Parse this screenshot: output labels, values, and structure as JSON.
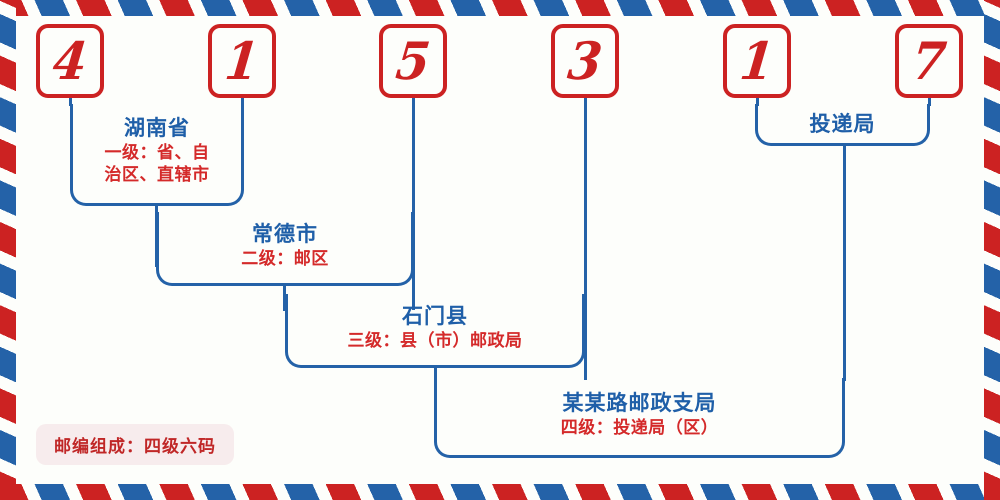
{
  "page": {
    "kind": "china-postal-code-breakdown-envelope",
    "background_color": "#fdfefb",
    "border_red": "#cc2222",
    "border_blue": "#2462a8",
    "title_blue": "#1f5fa8",
    "subtitle_red": "#d42a2a"
  },
  "postal_code": {
    "value": "415317",
    "digits": [
      {
        "char": "4",
        "name": "digit-1"
      },
      {
        "char": "1",
        "name": "digit-2"
      },
      {
        "char": "5",
        "name": "digit-3"
      },
      {
        "char": "3",
        "name": "digit-4"
      },
      {
        "char": "1",
        "name": "digit-5"
      },
      {
        "char": "7",
        "name": "digit-6"
      }
    ]
  },
  "top_label": {
    "text": "投递局"
  },
  "levels": [
    {
      "title": "湖南省",
      "subtitle": "一级：省、自\n治区、直辖市",
      "subtitle_line1": "一级：省、自",
      "subtitle_line2": "治区、直辖市"
    },
    {
      "title": "常德市",
      "subtitle": "二级：邮区"
    },
    {
      "title": "石门县",
      "subtitle": "三级：县（市）邮政局"
    },
    {
      "title": "某某路邮政支局",
      "subtitle": "四级：投递局（区）"
    }
  ],
  "badge": {
    "text": "邮编组成：四级六码"
  }
}
